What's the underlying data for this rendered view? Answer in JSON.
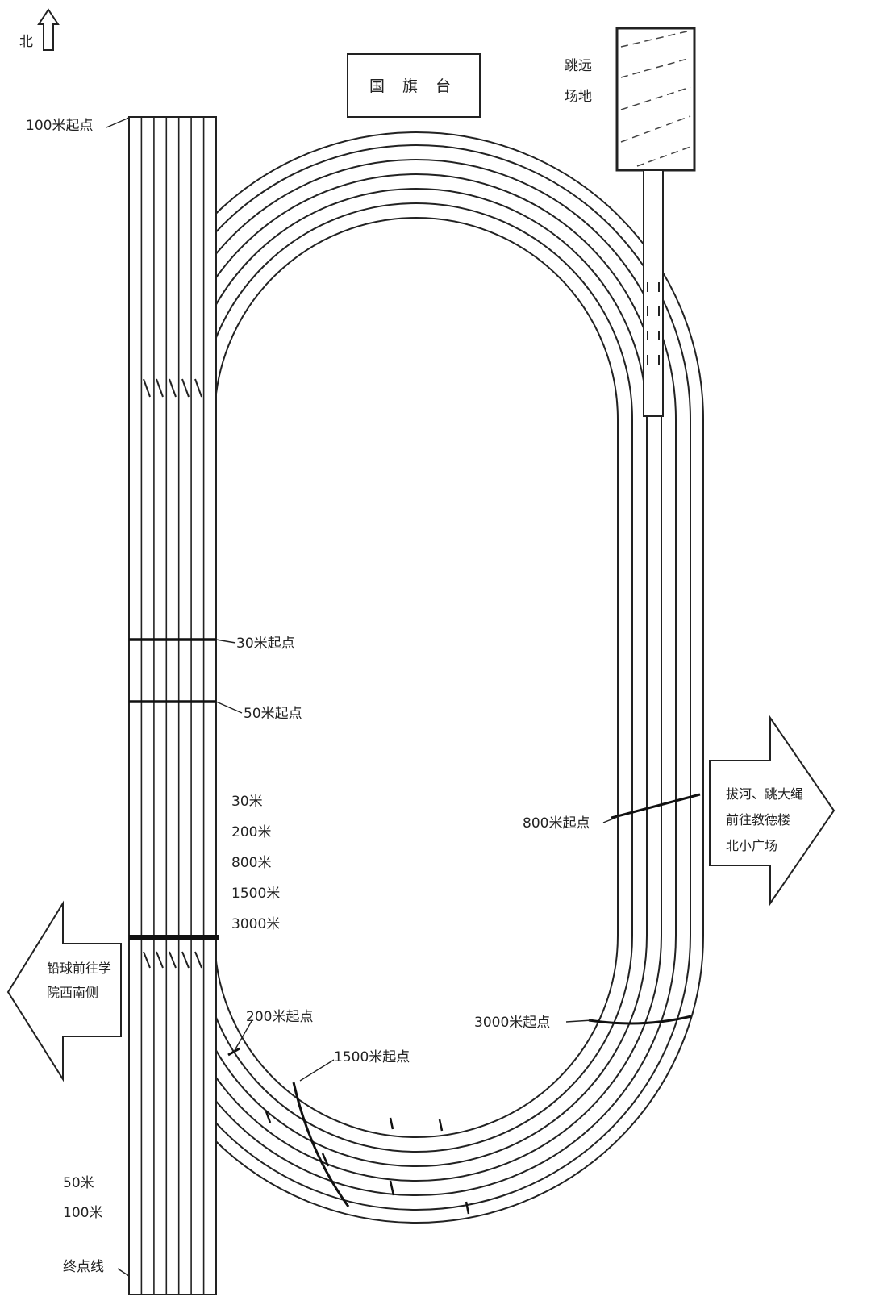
{
  "north": {
    "label": "北"
  },
  "flag_platform": {
    "label": "国 旗 台"
  },
  "long_jump": {
    "line1": "跳远",
    "line2": "场地"
  },
  "straight_track": {
    "start_100m": "100米起点",
    "start_30m": "30米起点",
    "start_50m": "50米起点",
    "finish_line_events": [
      "30米",
      "200米",
      "800米",
      "1500米",
      "3000米"
    ],
    "finish_50_100": [
      "50米",
      "100米",
      "终点线"
    ]
  },
  "oval_track": {
    "start_200m": "200米起点",
    "start_1500m": "1500米起点",
    "start_3000m": "3000米起点",
    "start_800m": "800米起点"
  },
  "arrow_left": {
    "line1": "铅球前往学",
    "line2": "院西南侧"
  },
  "arrow_right": {
    "line1": "拔河、跳大绳",
    "line2": "前往教德楼",
    "line3": "北小广场"
  },
  "colors": {
    "line": "#222222",
    "background": "#ffffff"
  }
}
